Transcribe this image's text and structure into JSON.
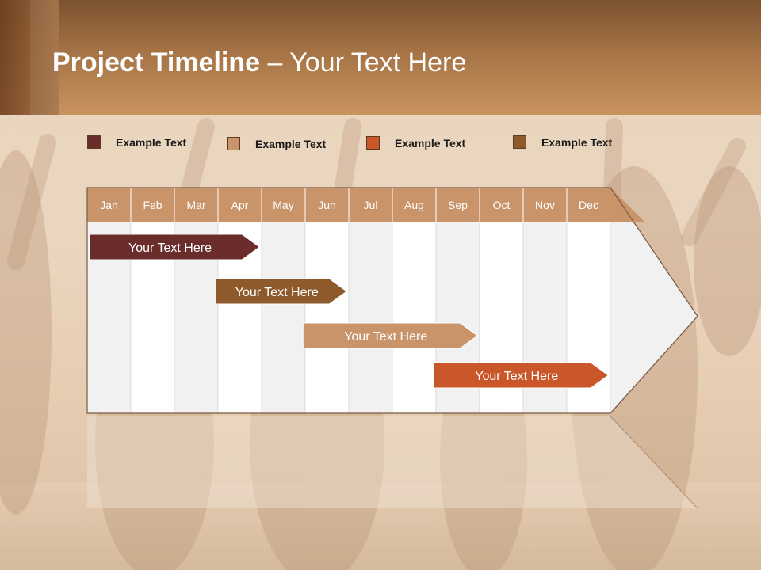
{
  "slide": {
    "title_bold": "Project Timeline",
    "title_rest": " – Your Text Here"
  },
  "legend": [
    {
      "label": "Example Text",
      "color": "#6b2c2c"
    },
    {
      "label": "Example Text",
      "color": "#c9946a"
    },
    {
      "label": "Example Text",
      "color": "#c9572a"
    },
    {
      "label": "Example Text",
      "color": "#8e5a2c"
    }
  ],
  "timeline": {
    "months": [
      "Jan",
      "Feb",
      "Mar",
      "Apr",
      "May",
      "Jun",
      "Jul",
      "Aug",
      "Sep",
      "Oct",
      "Nov",
      "Dec"
    ],
    "tasks": [
      {
        "label": "Your  Text Here",
        "start": 0.05,
        "end": 3.95,
        "color": "#6b2c2c"
      },
      {
        "label": "Your  Text Here",
        "start": 2.95,
        "end": 5.95,
        "color": "#8e5a2c"
      },
      {
        "label": "Your  Text Here",
        "start": 4.95,
        "end": 8.95,
        "color": "#c9946a"
      },
      {
        "label": "Your  Text Here",
        "start": 7.95,
        "end": 11.95,
        "color": "#c9572a"
      }
    ]
  }
}
